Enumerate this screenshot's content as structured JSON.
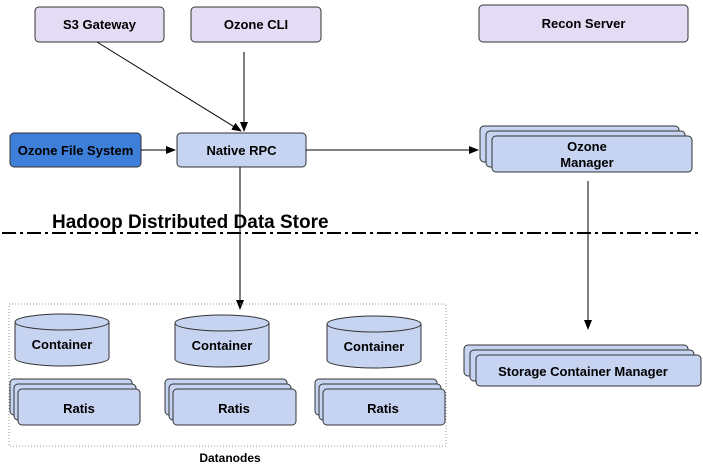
{
  "nodes": {
    "s3_gateway": "S3 Gateway",
    "ozone_cli": "Ozone CLI",
    "recon_server": "Recon Server",
    "ozone_file_system": "Ozone File System",
    "native_rpc": "Native RPC",
    "ozone_manager_line1": "Ozone",
    "ozone_manager_line2": "Manager",
    "storage_container_manager": "Storage Container Manager"
  },
  "separator_label": "Hadoop Distributed Data Store",
  "datanodes": {
    "label": "Datanodes",
    "container_label": "Container",
    "ratis_label": "Ratis"
  },
  "colors": {
    "lavender": "#e4dcf5",
    "light_blue": "#c6d3f1",
    "blue": "#3d7fd9"
  }
}
